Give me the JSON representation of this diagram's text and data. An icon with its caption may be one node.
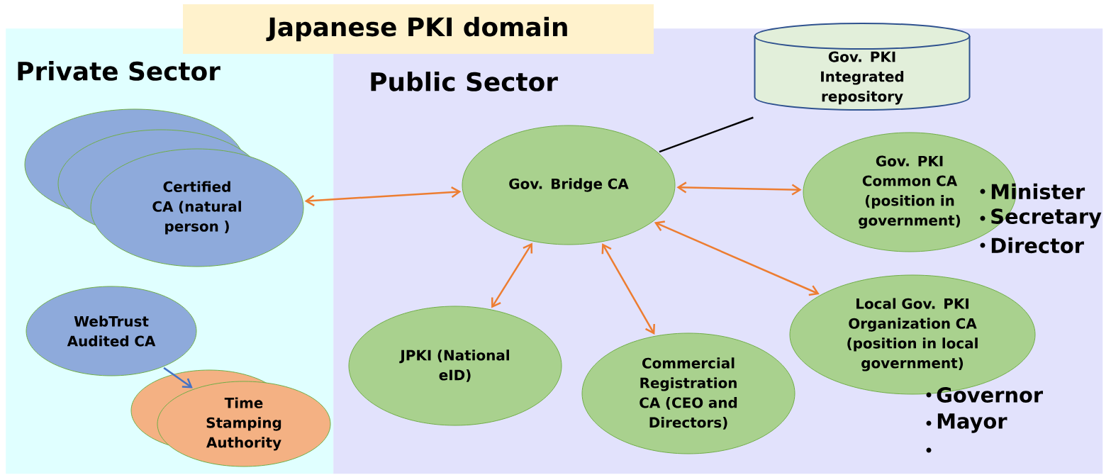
{
  "diagram": {
    "title": "Japanese PKI domain",
    "nodes": [
      {
        "text": [
          "Private Sector"
        ]
      },
      {
        "text": [
          "Public Sector"
        ]
      },
      {
        "text": [
          "Certified CA (natural person )"
        ],
        "in": 0
      },
      {
        "text": [
          "WebTrust Audited CA"
        ],
        "in": 0
      },
      {
        "text": [
          "Time Stamping Authority"
        ],
        "in": 0
      },
      {
        "text": [
          "Gov. PKI Integrated repository"
        ],
        "in": 1
      },
      {
        "text": [
          "Gov. Bridge CA"
        ],
        "in": 1
      },
      {
        "text": [
          "Gov. PKI Common CA (position in government)"
        ],
        "in": 1,
        "beside": [
          "Minister",
          "Secretary",
          "Director"
        ]
      },
      {
        "text": [
          "Local Gov. PKI Organization CA (position in local government)"
        ],
        "in": 1,
        "beside": [
          "Governor",
          "Mayor"
        ]
      },
      {
        "text": [
          "JPKI (National eID)"
        ],
        "in": 1
      },
      {
        "text": [
          "Commercial Registration CA (CEO and Directors)"
        ],
        "in": 1
      }
    ],
    "edges": [
      {
        "from": 6,
        "to": 5,
        "arrow": "none",
        "color": "#000000"
      },
      {
        "from": 6,
        "to": 2,
        "arrow": "both"
      },
      {
        "from": 6,
        "to": 7,
        "arrow": "both"
      },
      {
        "from": 6,
        "to": 9,
        "arrow": "both"
      },
      {
        "from": 6,
        "to": 10,
        "arrow": "both"
      },
      {
        "from": 6,
        "to": 8,
        "arrow": "both"
      },
      {
        "from": 3,
        "to": 4,
        "arrow": "to",
        "color": "#4472c4"
      }
    ]
  }
}
